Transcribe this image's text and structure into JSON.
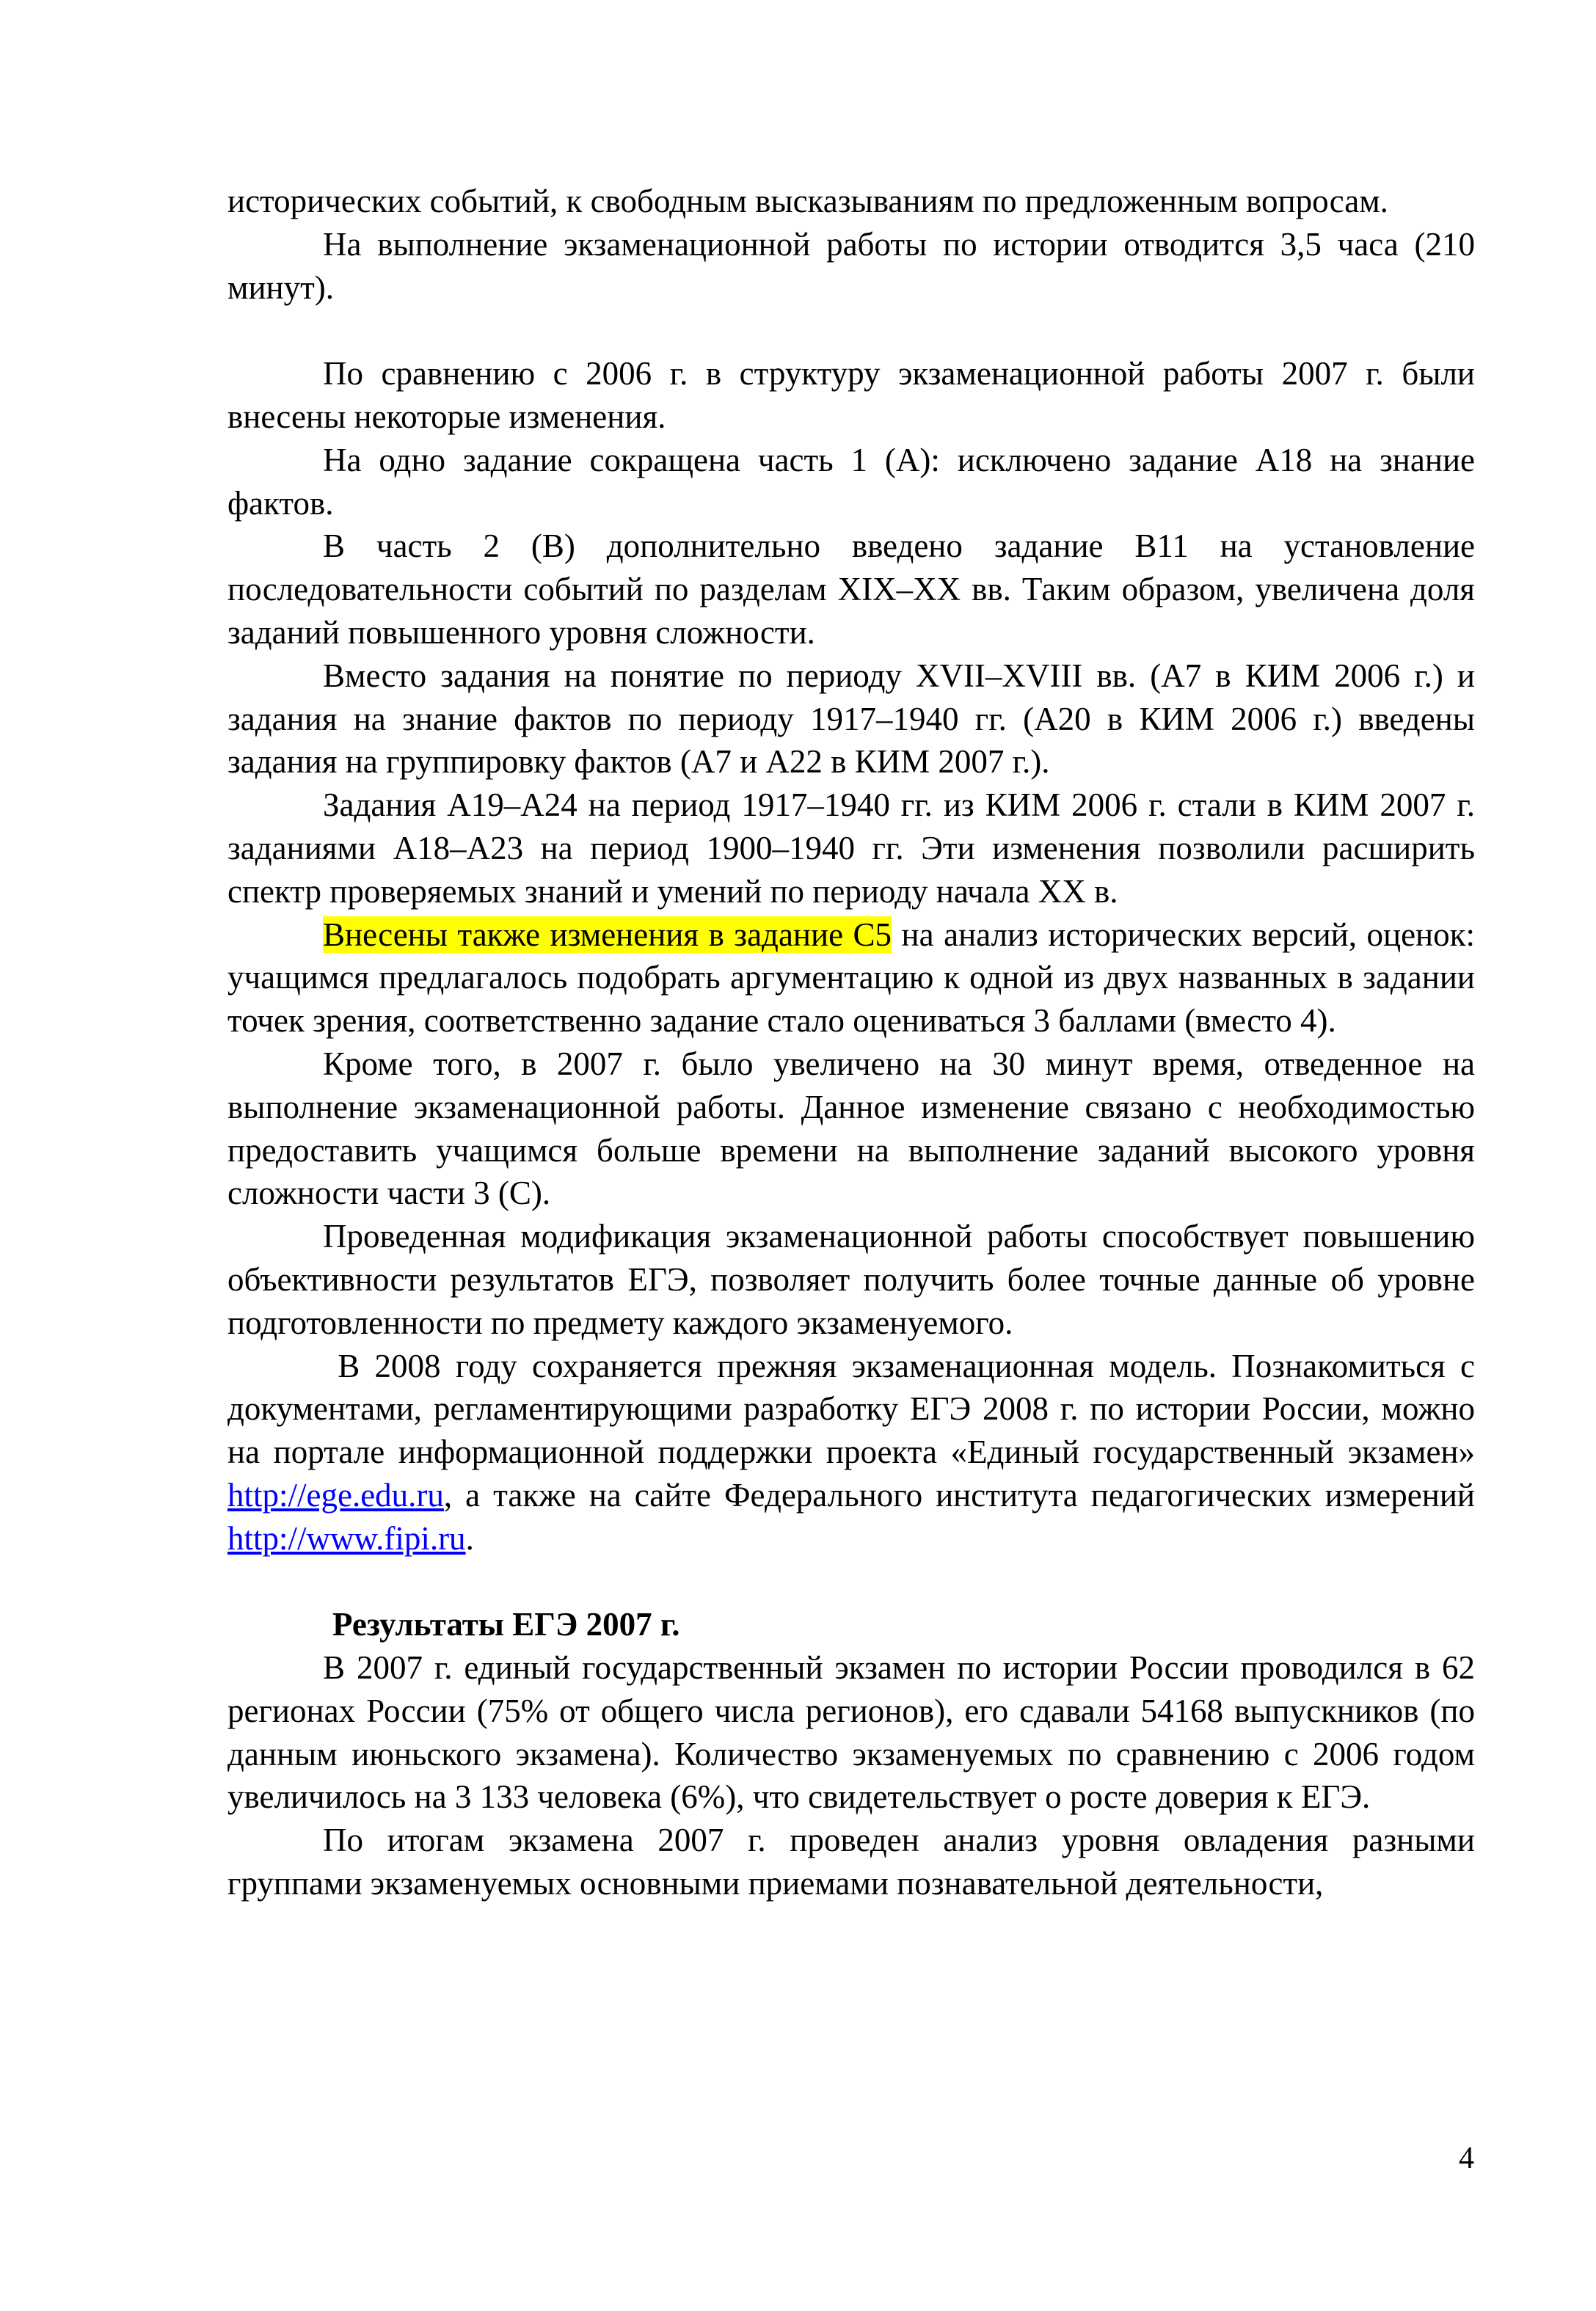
{
  "paragraphs": {
    "p0": "исторических событий, к свободным высказываниям по предложенным вопросам.",
    "p1": "На выполнение экзаменационной работы по истории отводится 3,5 часа (210 минут).",
    "p2": "По сравнению с 2006 г. в структуру экзаменационной работы 2007 г. были внесены некоторые изменения.",
    "p3": "На одно задание сокращена часть 1 (А): исключено задание А18 на знание фактов.",
    "p4": "В часть 2 (В) дополнительно введено задание В11 на установление последовательности событий по разделам XIX–XX вв. Таким образом, увеличена доля заданий повышенного уровня сложности.",
    "p5": "Вместо задания на понятие по периоду XVII–XVIII вв. (А7 в КИМ 2006 г.) и задания на знание фактов по периоду 1917–1940 гг. (А20 в КИМ 2006 г.) введены задания на группировку фактов (А7 и А22 в КИМ 2007 г.).",
    "p6": "Задания А19–А24 на период 1917–1940 гг. из КИМ 2006 г. стали в КИМ 2007 г. заданиями А18–А23 на период 1900–1940 гг. Эти изменения позволили расширить спектр проверяемых знаний и умений по периоду начала XX в.",
    "p7_highlight": "Внесены также изменения в задание С5",
    "p7_rest": " на анализ исторических версий, оценок: учащимся предлагалось подобрать аргументацию к одной из двух названных в задании точек зрения, соответственно задание стало оцениваться 3 баллами (вместо 4).",
    "p8": "Кроме того, в 2007 г. было увеличено на 30 минут время, отведенное на выполнение экзаменационной работы. Данное изменение связано с необходимостью предоставить учащимся больше времени на выполнение заданий высокого уровня сложности части 3 (С).",
    "p9": "Проведенная модификация экзаменационной работы способствует повышению объективности результатов ЕГЭ, позволяет получить более точные данные об уровне подготовленности по предмету каждого экзаменуемого.",
    "p10_a": " В 2008 году сохраняется прежняя экзаменационная модель. Познакомиться с документами, регламентирующими разработку ЕГЭ 2008 г. по истории России, можно на портале информационной поддержки проекта «Единый государственный экзамен» ",
    "p10_link1": "http://ege.edu.ru",
    "p10_b": ", а также на сайте Федерального института педагогических измерений  ",
    "p10_link2": "http://www.fipi.ru",
    "p10_c": ".",
    "heading": "Результаты ЕГЭ 2007 г.",
    "p11": "В 2007 г. единый государственный экзамен по истории России проводился в 62 регионах России (75% от общего числа регионов), его сдавали 54168 выпускников (по данным июньского экзамена). Количество экзаменуемых по сравнению с 2006 годом увеличилось на 3 133 человека (6%), что свидетельствует о росте доверия к ЕГЭ.",
    "p12": "По итогам экзамена 2007 г. проведен анализ уровня овладения разными группами экзаменуемых основными приемами познавательной деятельности,"
  },
  "page_number": "4",
  "colors": {
    "highlight": "#ffff00",
    "link": "#0000ff"
  }
}
